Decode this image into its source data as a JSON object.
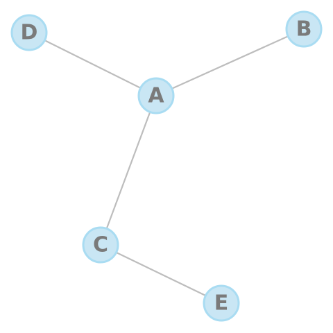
{
  "graph": {
    "nodes": [
      {
        "id": "A",
        "label": "A"
      },
      {
        "id": "B",
        "label": "B"
      },
      {
        "id": "C",
        "label": "C"
      },
      {
        "id": "D",
        "label": "D"
      },
      {
        "id": "E",
        "label": "E"
      }
    ],
    "edges": [
      {
        "from": "A",
        "to": "B"
      },
      {
        "from": "A",
        "to": "D"
      },
      {
        "from": "A",
        "to": "C"
      },
      {
        "from": "C",
        "to": "E"
      }
    ],
    "colors": {
      "node_fill": "#c9e6f4",
      "node_stroke": "#a9dcf2",
      "edge": "#bdbdbd",
      "label": "#7a7a7a"
    }
  }
}
